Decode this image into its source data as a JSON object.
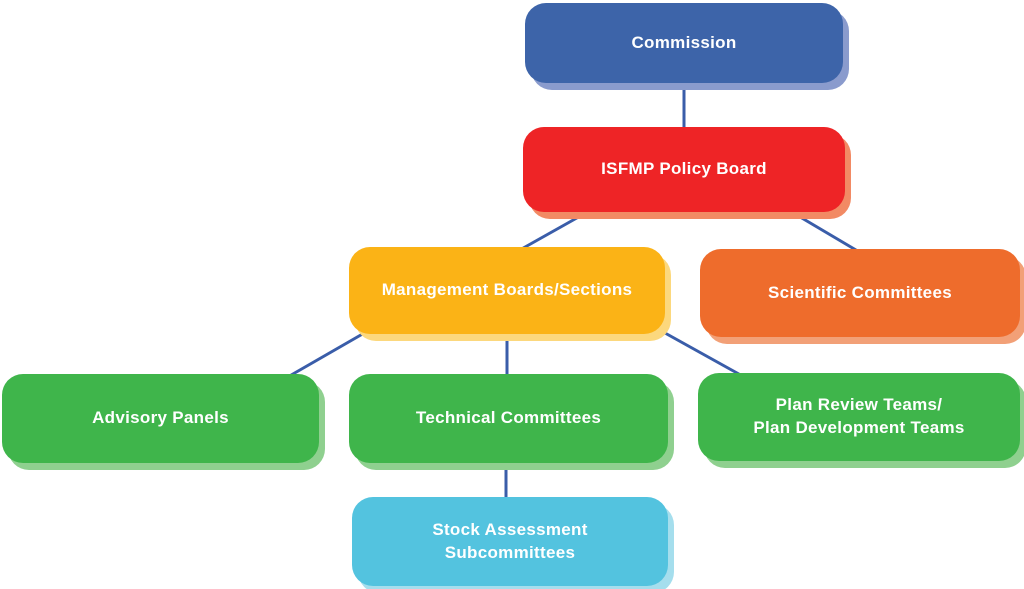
{
  "diagram": {
    "background_color": "#ffffff",
    "connector_color": "#3A5DA9",
    "nodes": [
      {
        "id": "commission",
        "label": "Commission",
        "fill": "#3D64A9",
        "shadow": "#8A9BCD"
      },
      {
        "id": "isfmp-policy-board",
        "label": "ISFMP Policy Board",
        "fill": "#EE2426",
        "shadow": "#F28A64"
      },
      {
        "id": "management-boards-sections",
        "label": "Management Boards/Sections",
        "fill": "#FBB316",
        "shadow": "#FCD87D"
      },
      {
        "id": "scientific-committees",
        "label": "Scientific Committees",
        "fill": "#EE6C2C",
        "shadow": "#F2A077"
      },
      {
        "id": "advisory-panels",
        "label": "Advisory Panels",
        "fill": "#3FB54B",
        "shadow": "#8FD08F"
      },
      {
        "id": "technical-committees",
        "label": "Technical Committees",
        "fill": "#3FB54B",
        "shadow": "#8FD08F"
      },
      {
        "id": "plan-review-teams",
        "label": "Plan Review Teams/\nPlan Development Teams",
        "fill": "#3FB54B",
        "shadow": "#8FD08F"
      },
      {
        "id": "stock-assessment-subcommittees",
        "label": "Stock Assessment\nSubcommittees",
        "fill": "#53C3DF",
        "shadow": "#A5DEED"
      }
    ],
    "edges": [
      {
        "from": "commission",
        "to": "isfmp-policy-board"
      },
      {
        "from": "isfmp-policy-board",
        "to": "management-boards-sections"
      },
      {
        "from": "isfmp-policy-board",
        "to": "scientific-committees"
      },
      {
        "from": "management-boards-sections",
        "to": "advisory-panels"
      },
      {
        "from": "management-boards-sections",
        "to": "technical-committees"
      },
      {
        "from": "management-boards-sections",
        "to": "plan-review-teams"
      },
      {
        "from": "technical-committees",
        "to": "stock-assessment-subcommittees"
      }
    ]
  }
}
